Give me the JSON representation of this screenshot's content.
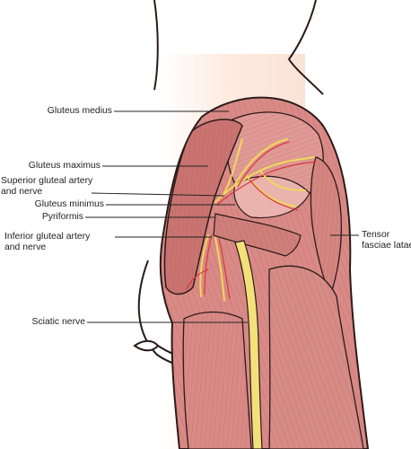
{
  "labels": {
    "gluteus_medius": "Gluteus medius",
    "gluteus_maximus": "Gluteus maximus",
    "superior_gluteal": [
      "Superior gluteal artery",
      "and nerve"
    ],
    "gluteus_minimus": "Gluteus minimus",
    "pyriformis": "Pyriformis",
    "inferior_gluteal": [
      "Inferior gluteal artery",
      "and nerve"
    ],
    "sciatic_nerve": "Sciatic nerve",
    "tensor_fasciae_latae": [
      "Tensor",
      "fasciae latae"
    ]
  },
  "colors": {
    "muscle": "#d98a86",
    "muscle_dark": "#b85f5c",
    "muscle_light": "#eab3ae",
    "nerve": "#f3e07a",
    "artery": "#d8373c",
    "skin_wash": "#fbe3d6",
    "outline": "#2a1a1a"
  }
}
